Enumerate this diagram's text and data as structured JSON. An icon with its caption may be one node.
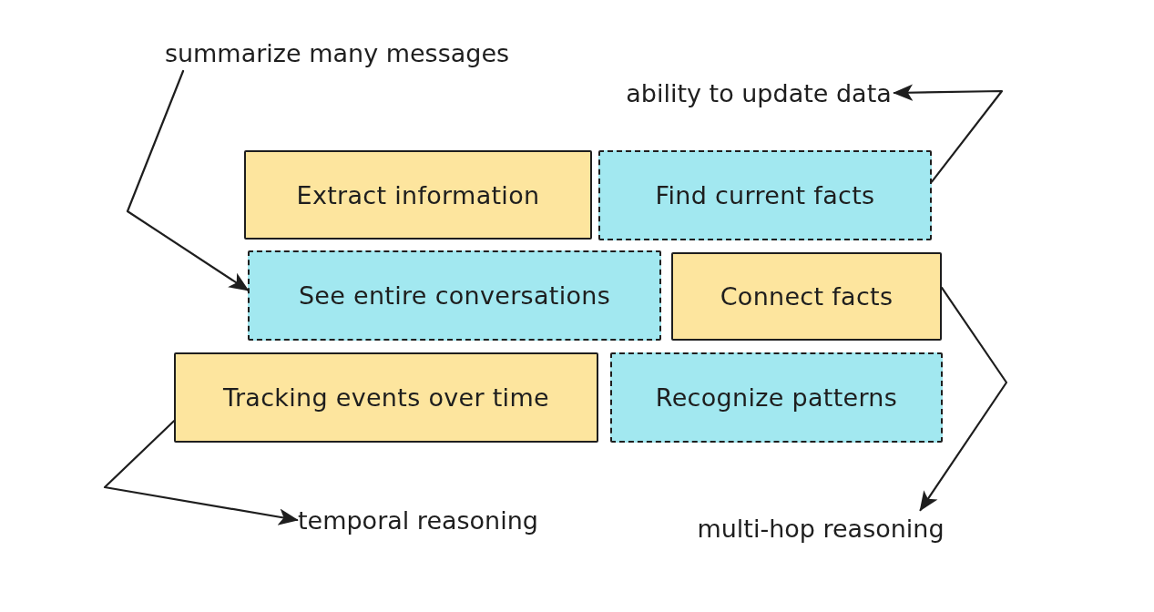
{
  "diagram": {
    "nodes": [
      {
        "text": [
          "summarize many messages"
        ]
      },
      {
        "text": [
          "ability to update data"
        ]
      },
      {
        "text": [
          "Extract information"
        ]
      },
      {
        "text": [
          "Find current facts"
        ]
      },
      {
        "text": [
          "See entire conversations"
        ]
      },
      {
        "text": [
          "Connect facts"
        ]
      },
      {
        "text": [
          "Tracking events over time"
        ]
      },
      {
        "text": [
          "Recognize patterns"
        ]
      },
      {
        "text": [
          "temporal reasoning"
        ]
      },
      {
        "text": [
          "multi-hop reasoning"
        ]
      }
    ],
    "edges": [
      {
        "from": 0,
        "to": 4,
        "arrow": "to"
      },
      {
        "from": 3,
        "to": 1,
        "arrow": "to"
      },
      {
        "from": 6,
        "to": 8,
        "arrow": "to"
      },
      {
        "from": 5,
        "to": 9,
        "arrow": "to"
      }
    ]
  }
}
